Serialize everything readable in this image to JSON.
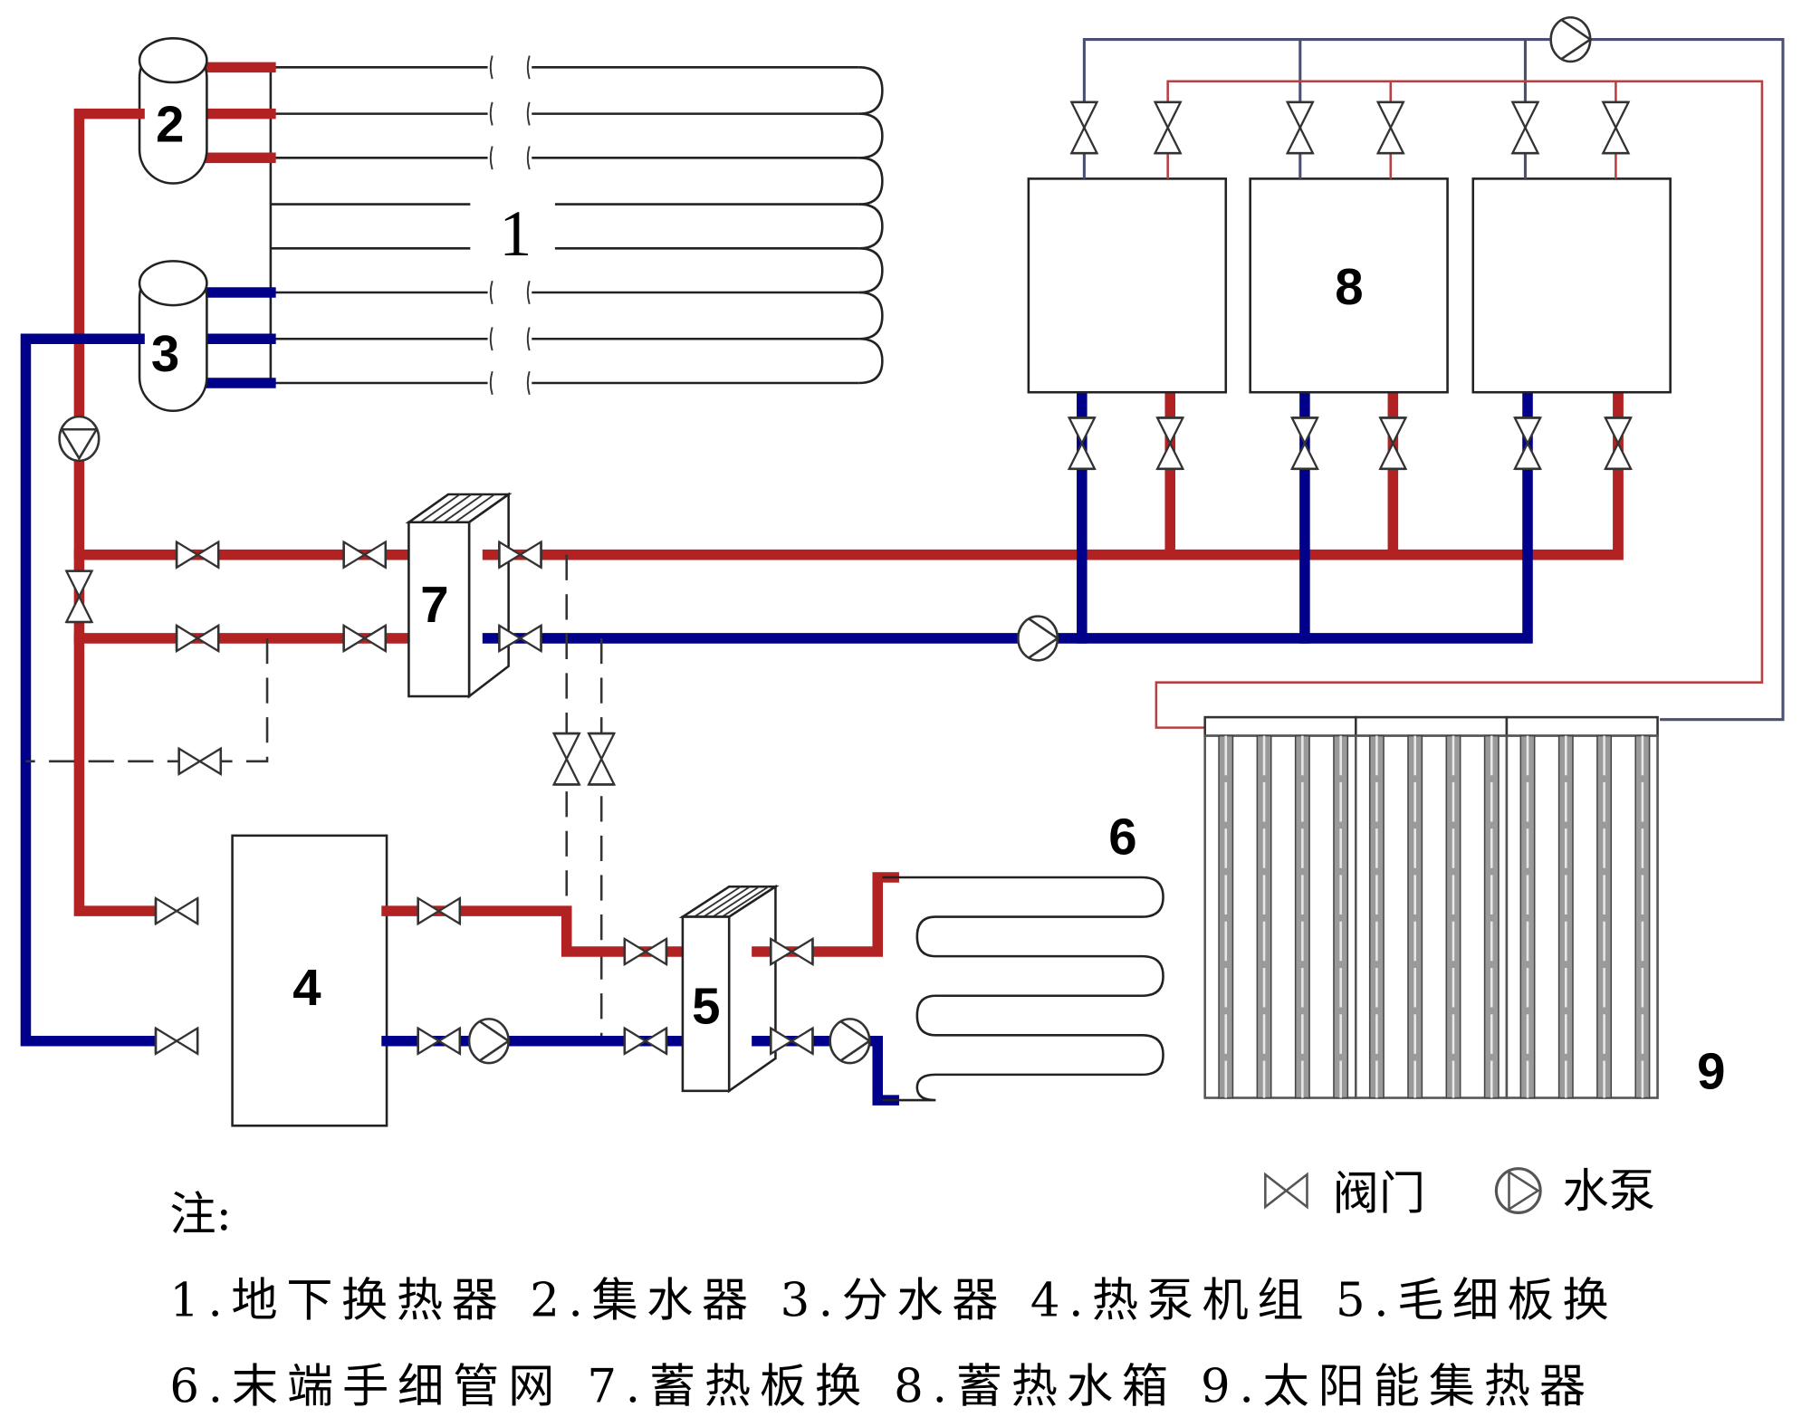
{
  "labels": {
    "ground_exchanger": "1",
    "collector": "2",
    "distributor": "3",
    "heat_pump": "4",
    "capillary_hx": "5",
    "terminal_network": "6",
    "storage_hx": "7",
    "storage_tank": "8",
    "solar_collector": "9"
  },
  "legend": {
    "valve": "阀门",
    "pump": "水泵"
  },
  "notes": {
    "heading": "注:",
    "line1": "1.地下换热器 2.集水器 3.分水器 4.热泵机组 5.毛细板换",
    "line2": "6.末端手细管网 7.蓄热板换 8.蓄热水箱 9.太阳能集热器"
  },
  "colors": {
    "hot_pipe": "#b22222",
    "cold_pipe": "#00008b"
  }
}
